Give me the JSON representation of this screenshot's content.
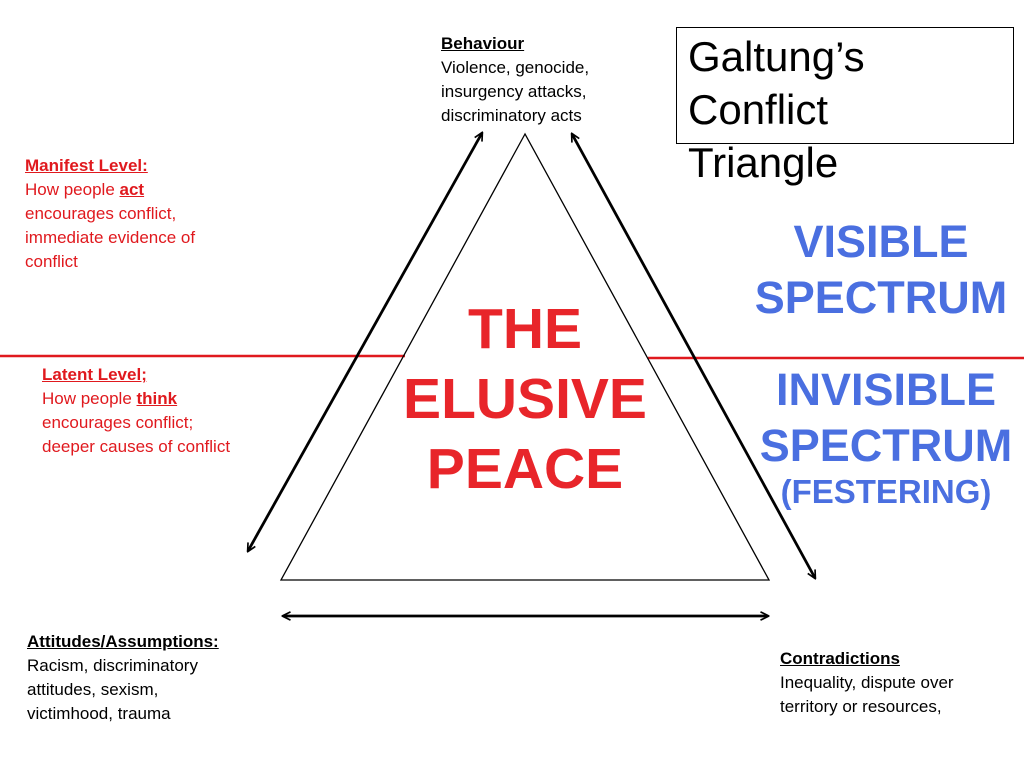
{
  "title": [
    "Galtung’s",
    "Conflict",
    "Triangle"
  ],
  "behaviour": {
    "heading": "Behaviour",
    "lines": [
      "Violence, genocide,",
      "insurgency attacks,",
      "discriminatory acts"
    ]
  },
  "manifest": {
    "heading": "Manifest Level:",
    "line1_prefix": "How people ",
    "line1_key": "act",
    "lines": [
      "encourages conflict,",
      "immediate evidence of",
      "conflict"
    ]
  },
  "latent": {
    "heading": "Latent Level;",
    "line1_prefix": "How people ",
    "line1_key": "think",
    "lines": [
      "encourages conflict;",
      "deeper causes of conflict"
    ]
  },
  "attitudes": {
    "heading": "Attitudes/Assumptions:",
    "lines": [
      "Racism, discriminatory",
      "attitudes, sexism,",
      "victimhood, trauma"
    ]
  },
  "contradictions": {
    "heading": "Contradictions",
    "lines": [
      "Inequality, dispute over",
      "territory or resources,"
    ]
  },
  "visible": [
    "VISIBLE",
    "SPECTRUM"
  ],
  "invisible": [
    "INVISIBLE",
    "SPECTRUM",
    "(FESTERING)"
  ],
  "center": [
    "THE",
    "ELUSIVE",
    "PEACE"
  ],
  "colors": {
    "red": "#e0191e",
    "blue": "#4a6fe0",
    "black": "#000000"
  }
}
